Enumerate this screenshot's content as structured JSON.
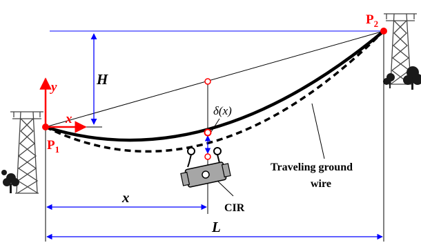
{
  "labels": {
    "p1": "P",
    "p1_sub": "1",
    "p2": "P",
    "p2_sub": "2",
    "y_axis": "y",
    "x_axis": "x",
    "height": "H",
    "x_distance": "x",
    "span": "L",
    "sag_delta": "δ(x)",
    "wire_line1": "Traveling ground",
    "wire_line2": "wire",
    "robot": "CIR"
  },
  "colors": {
    "accent_red": "#ff0000",
    "line_blue": "#0000ff",
    "cable_black": "#000000",
    "robot_gray": "#a6a6a6",
    "tower_gray": "#555555"
  },
  "icons": {
    "left_tower": "transmission-tower-icon",
    "right_tower": "transmission-tower-icon",
    "trees": "tree-icon",
    "robot": "inspection-robot-icon"
  }
}
